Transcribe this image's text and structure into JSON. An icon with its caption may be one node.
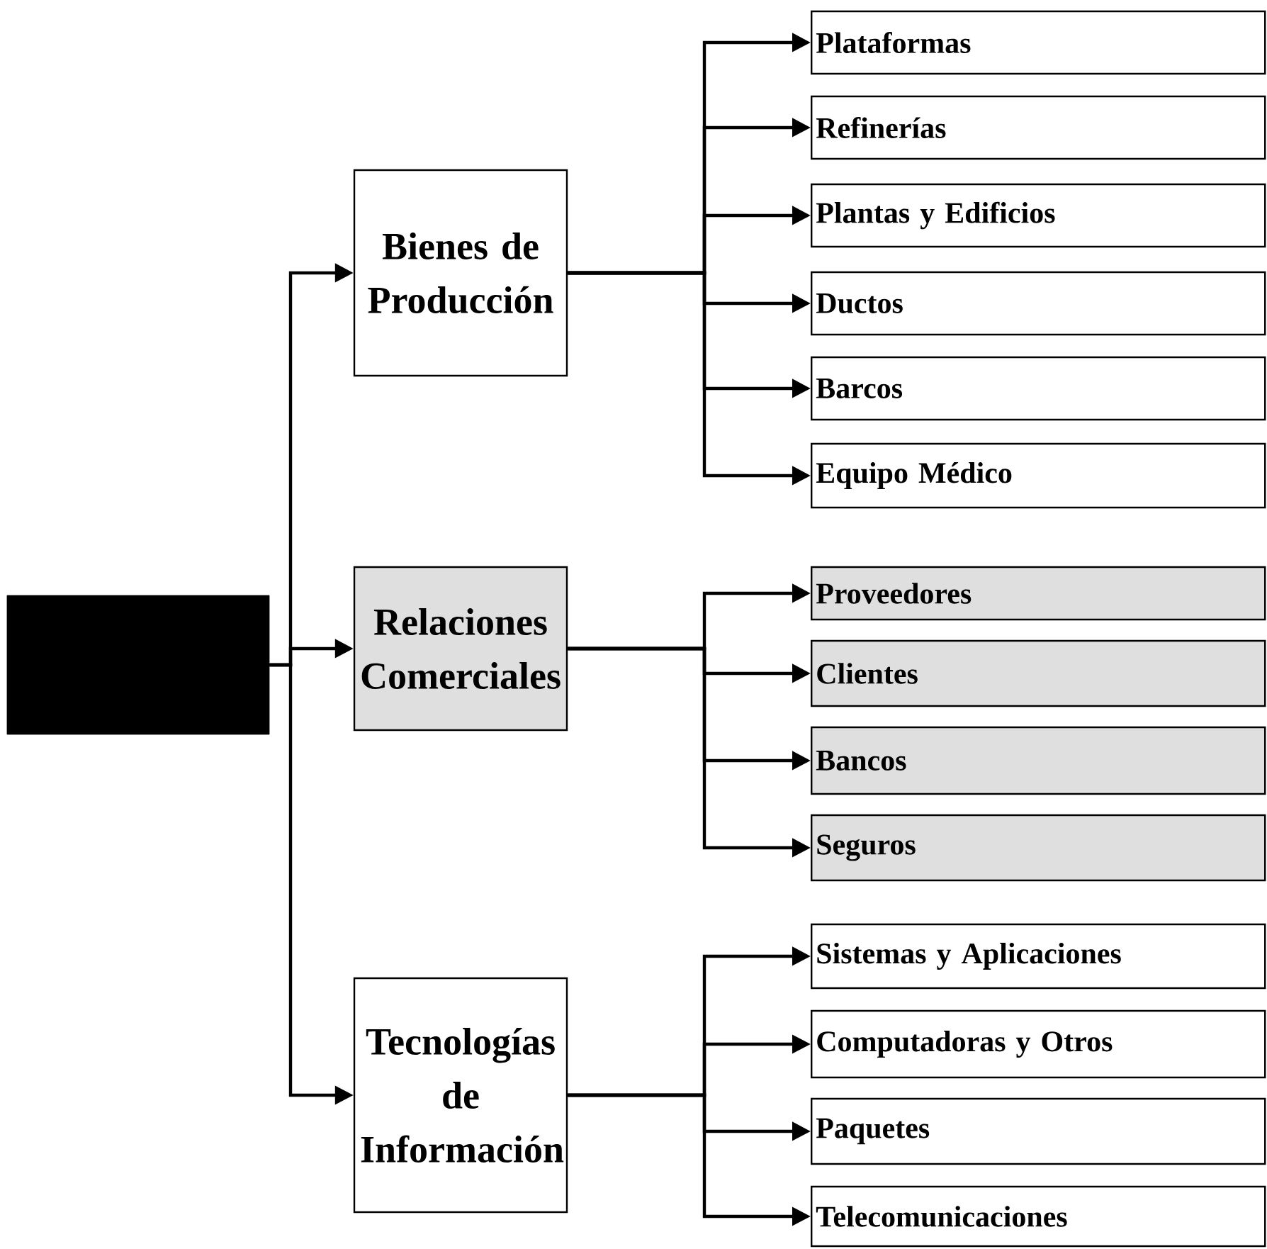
{
  "diagram": {
    "nodes": [
      {
        "text": [],
        "shape": "box"
      },
      {
        "text": [
          "Bienes de Producción"
        ]
      },
      {
        "text": [
          "Relaciones Comerciales"
        ]
      },
      {
        "text": [
          "Tecnologías de Información"
        ]
      },
      {
        "text": [
          "Plataformas"
        ]
      },
      {
        "text": [
          "Refinerías"
        ]
      },
      {
        "text": [
          "Plantas y Edificios"
        ]
      },
      {
        "text": [
          "Ductos"
        ]
      },
      {
        "text": [
          "Barcos"
        ]
      },
      {
        "text": [
          "Equipo Médico"
        ]
      },
      {
        "text": [
          "Proveedores"
        ]
      },
      {
        "text": [
          "Clientes"
        ]
      },
      {
        "text": [
          "Bancos"
        ]
      },
      {
        "text": [
          "Seguros"
        ]
      },
      {
        "text": [
          "Sistemas y Aplicaciones"
        ]
      },
      {
        "text": [
          "Computadoras y Otros"
        ]
      },
      {
        "text": [
          "Paquetes"
        ]
      },
      {
        "text": [
          "Telecomunicaciones"
        ]
      }
    ],
    "edges": [
      {
        "from": 0,
        "to": 1,
        "arrow": "to"
      },
      {
        "from": 0,
        "to": 2,
        "arrow": "to"
      },
      {
        "from": 0,
        "to": 3,
        "arrow": "to"
      },
      {
        "from": 1,
        "to": 4,
        "arrow": "to"
      },
      {
        "from": 1,
        "to": 5,
        "arrow": "to"
      },
      {
        "from": 1,
        "to": 6,
        "arrow": "to"
      },
      {
        "from": 1,
        "to": 7,
        "arrow": "to"
      },
      {
        "from": 1,
        "to": 8,
        "arrow": "to"
      },
      {
        "from": 1,
        "to": 9,
        "arrow": "to"
      },
      {
        "from": 2,
        "to": 10,
        "arrow": "to"
      },
      {
        "from": 2,
        "to": 11,
        "arrow": "to"
      },
      {
        "from": 2,
        "to": 12,
        "arrow": "to"
      },
      {
        "from": 2,
        "to": 13,
        "arrow": "to"
      },
      {
        "from": 3,
        "to": 14,
        "arrow": "to"
      },
      {
        "from": 3,
        "to": 15,
        "arrow": "to"
      },
      {
        "from": 3,
        "to": 16,
        "arrow": "to"
      },
      {
        "from": 3,
        "to": 17,
        "arrow": "to"
      }
    ]
  }
}
